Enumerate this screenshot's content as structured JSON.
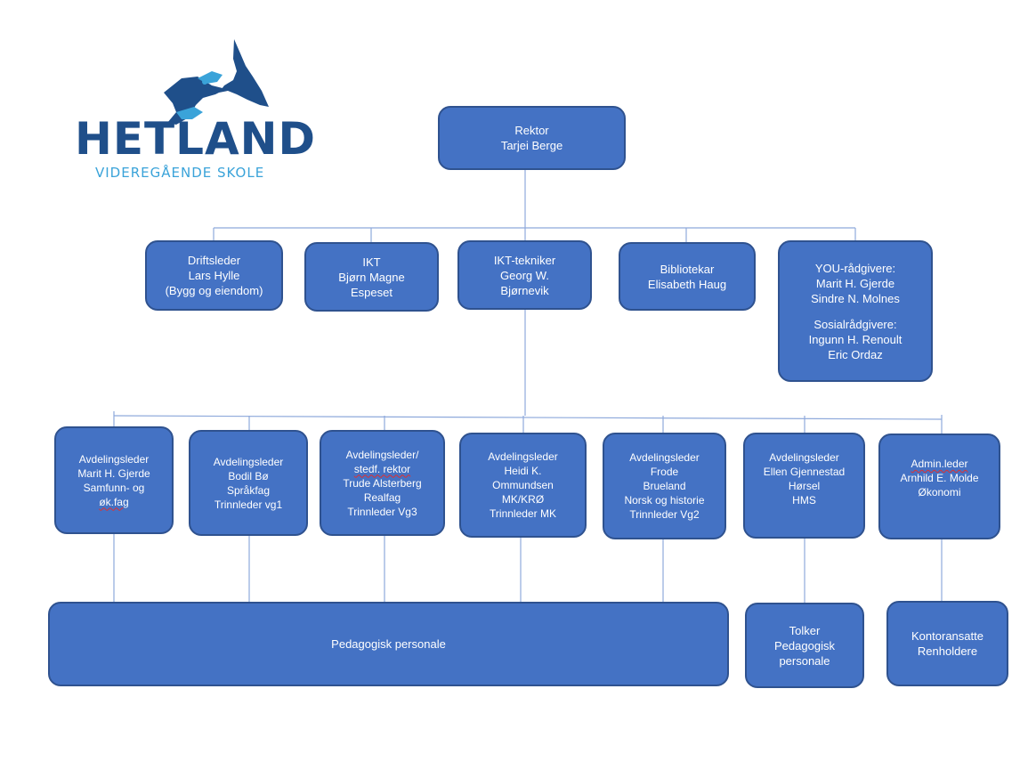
{
  "logo": {
    "title": "HETLAND",
    "subtitle": "VIDEREGÅENDE SKOLE",
    "colors": {
      "dark": "#1f4f8a",
      "light": "#3aa3d9"
    }
  },
  "colors": {
    "box_fill": "#4472c4",
    "box_border": "#2f528f",
    "connector": "#8ea9db",
    "text": "#ffffff"
  },
  "org": {
    "rektor": [
      "Rektor",
      "Tarjei Berge"
    ],
    "staff": [
      {
        "lines": [
          "Driftsleder",
          "Lars Hylle",
          "(Bygg og eiendom)"
        ]
      },
      {
        "lines": [
          "IKT",
          "Bjørn Magne",
          "Espeset"
        ]
      },
      {
        "lines": [
          "IKT-tekniker",
          "Georg W.",
          "Bjørnevik"
        ]
      },
      {
        "lines": [
          "Bibliotekar",
          "Elisabeth Haug"
        ]
      },
      {
        "groups": [
          [
            "YOU-rådgivere:",
            "Marit H. Gjerde",
            "Sindre N. Molnes"
          ],
          [
            "Sosialrådgivere:",
            "Ingunn H. Renoult",
            "Eric Ordaz"
          ]
        ]
      }
    ],
    "departments": [
      [
        "Avdelingsleder",
        "Marit H. Gjerde",
        "Samfunn- og",
        "øk.fag"
      ],
      [
        "Avdelingsleder",
        "Bodil Bø",
        "Språkfag",
        "Trinnleder vg1"
      ],
      [
        "Avdelingsleder/",
        "stedf. rektor",
        "Trude Alsterberg",
        "Realfag",
        "Trinnleder Vg3"
      ],
      [
        "Avdelingsleder",
        "Heidi K.",
        "Ommundsen",
        "MK/KRØ",
        "Trinnleder MK"
      ],
      [
        "Avdelingsleder",
        "Frode",
        "Brueland",
        "Norsk og historie",
        "Trinnleder Vg2"
      ],
      [
        "Avdelingsleder",
        "Ellen Gjennestad",
        "Hørsel",
        "HMS"
      ],
      [
        "Admin.leder",
        "Arnhild E. Molde",
        "Økonomi"
      ]
    ],
    "bottom": [
      [
        "Pedagogisk personale"
      ],
      [
        "Tolker",
        "Pedagogisk",
        "personale"
      ],
      [
        "Kontoransatte",
        "Renholdere"
      ]
    ]
  }
}
